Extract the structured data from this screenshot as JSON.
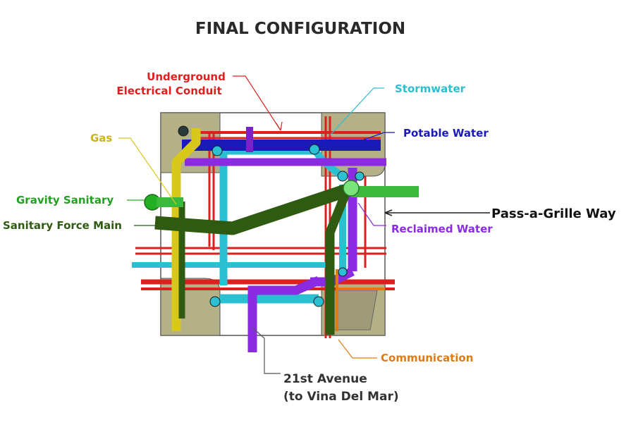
{
  "title": "FINAL CONFIGURATION",
  "labels": {
    "underground_electrical_conduit": [
      "Underground",
      "Electrical Conduit"
    ],
    "stormwater": "Stormwater",
    "potable_water": "Potable Water",
    "gas": "Gas",
    "gravity_sanitary": "Gravity Sanitary",
    "sanitary_force_main": "Sanitary Force Main",
    "pass_a_grille_way": "Pass-a-Grille Way",
    "reclaimed_water": "Reclaimed Water",
    "communication": "Communication",
    "twenty_first_avenue": [
      "21st Avenue",
      "(to Vina Del Mar)"
    ]
  },
  "colors": {
    "electrical": "#dd1f1f",
    "stormwater": "#2bbfd2",
    "potable_water": "#1a1ab8",
    "gas": "#d8c81c",
    "gravity_sanitary": "#22b022",
    "sanitary_force_main": "#2f5a12",
    "reclaimed_water": "#8a2be2",
    "communication": "#e07b12",
    "street": "#222222",
    "manhole_fill": "#b4b088"
  }
}
